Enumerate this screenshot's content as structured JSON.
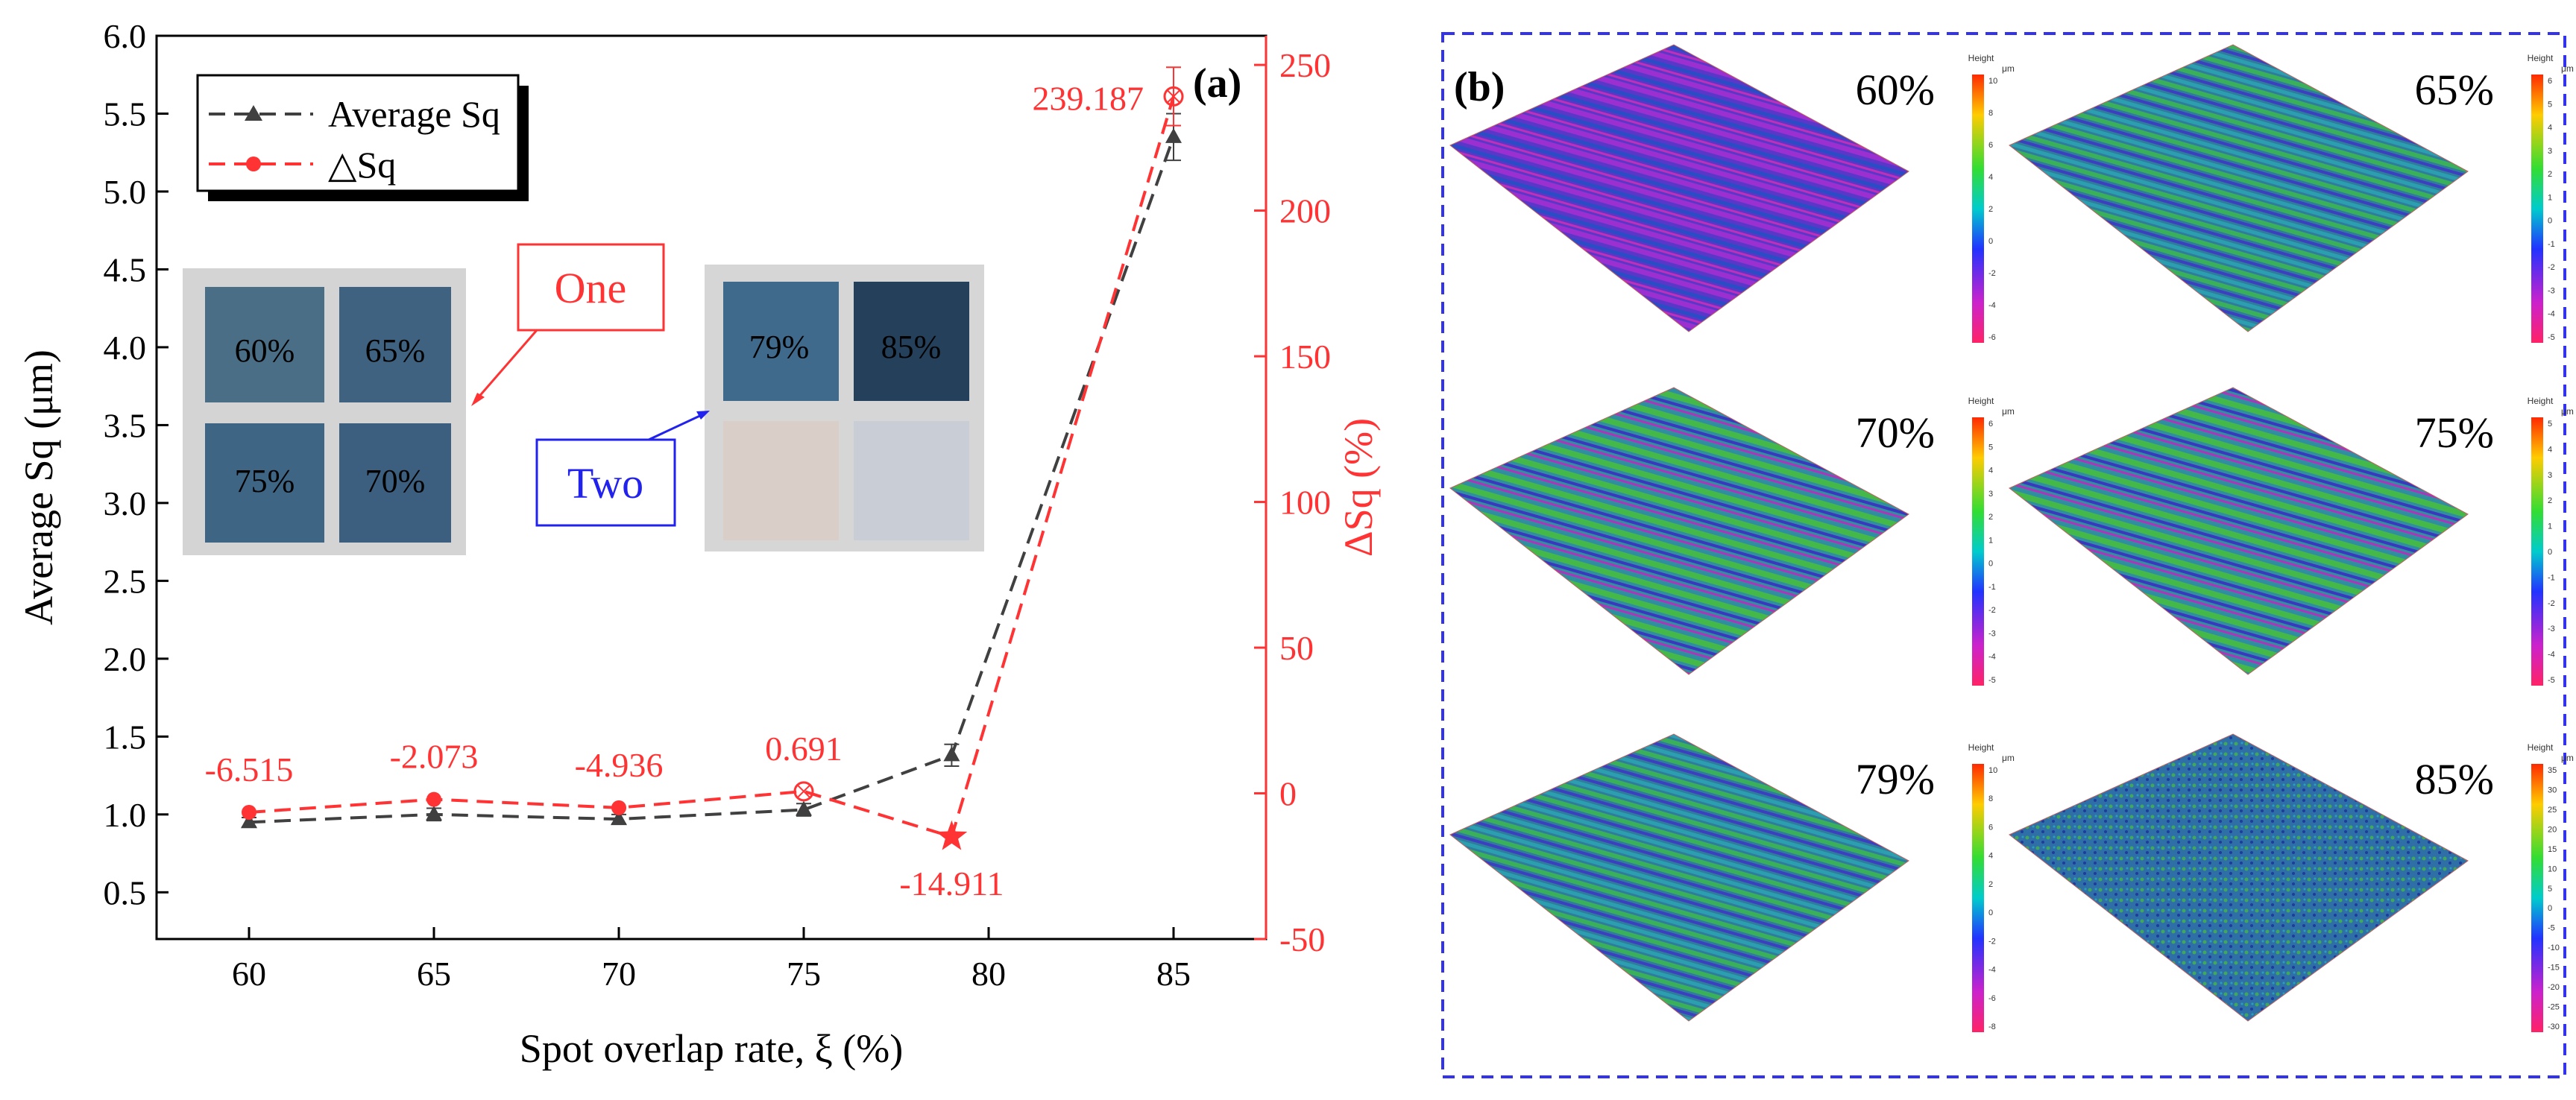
{
  "panel_a": {
    "label": "(a)",
    "legend": {
      "series1": "Average Sq",
      "series2": "△Sq"
    },
    "callouts": {
      "one": "One",
      "two": "Two"
    },
    "photo1_labels": [
      "60%",
      "65%",
      "75%",
      "70%"
    ],
    "photo2_labels": [
      "79%",
      "85%"
    ]
  },
  "panel_b": {
    "label": "(b)",
    "maps": [
      {
        "label": "60%",
        "scale_ticks": [
          "10",
          "8",
          "6",
          "4",
          "2",
          "0",
          "-2",
          "-4",
          "-6"
        ]
      },
      {
        "label": "65%",
        "scale_ticks": [
          "6",
          "5",
          "4",
          "3",
          "2",
          "1",
          "0",
          "-1",
          "-2",
          "-3",
          "-4",
          "-5"
        ]
      },
      {
        "label": "70%",
        "scale_ticks": [
          "6",
          "5",
          "4",
          "3",
          "2",
          "1",
          "0",
          "-1",
          "-2",
          "-3",
          "-4",
          "-5"
        ]
      },
      {
        "label": "75%",
        "scale_ticks": [
          "5",
          "4",
          "3",
          "2",
          "1",
          "0",
          "-1",
          "-2",
          "-3",
          "-4",
          "-5"
        ]
      },
      {
        "label": "79%",
        "scale_ticks": [
          "10",
          "8",
          "6",
          "4",
          "2",
          "0",
          "-2",
          "-4",
          "-6",
          "-8"
        ]
      },
      {
        "label": "85%",
        "scale_ticks": [
          "35",
          "30",
          "25",
          "20",
          "15",
          "10",
          "5",
          "0",
          "-5",
          "-10",
          "-15",
          "-20",
          "-25",
          "-30"
        ]
      }
    ],
    "scale_title": "Height",
    "scale_unit": "μm"
  },
  "colors": {
    "avg": "#404040",
    "delta": "#ff3333",
    "one": "#ff3333",
    "two": "#2222ee",
    "frame_b": "#3333ee"
  },
  "chart_data": {
    "type": "line",
    "x": [
      60,
      65,
      70,
      75,
      79,
      85
    ],
    "xlabel": "Spot overlap rate, ξ (%)",
    "ylabel": "Average Sq (μm)",
    "y2label": "ΔSq (%)",
    "xlim": [
      57.5,
      87.5
    ],
    "ylim": [
      0.2,
      6.0
    ],
    "y2lim": [
      -50,
      260
    ],
    "xticks": [
      "60",
      "65",
      "70",
      "75",
      "80",
      "85"
    ],
    "yticks": [
      "0.5",
      "1.0",
      "1.5",
      "2.0",
      "2.5",
      "3.0",
      "3.5",
      "4.0",
      "4.5",
      "5.0",
      "5.5",
      "6.0"
    ],
    "y2ticks": [
      "-50",
      "0",
      "50",
      "100",
      "150",
      "200",
      "250"
    ],
    "series": [
      {
        "name": "Average Sq",
        "axis": "left",
        "values": [
          0.95,
          1.0,
          0.97,
          1.03,
          1.38,
          5.35
        ],
        "errors": [
          0.03,
          0.04,
          0.03,
          0.04,
          0.07,
          0.15
        ]
      },
      {
        "name": "△Sq",
        "axis": "right",
        "values": [
          -6.515,
          -2.073,
          -4.936,
          0.691,
          -14.911,
          239.187
        ],
        "errors": [
          0,
          0,
          0,
          0,
          0,
          10
        ]
      }
    ],
    "data_labels": [
      "-6.515",
      "-2.073",
      "-4.936",
      "0.691",
      "-14.911",
      "239.187"
    ]
  }
}
